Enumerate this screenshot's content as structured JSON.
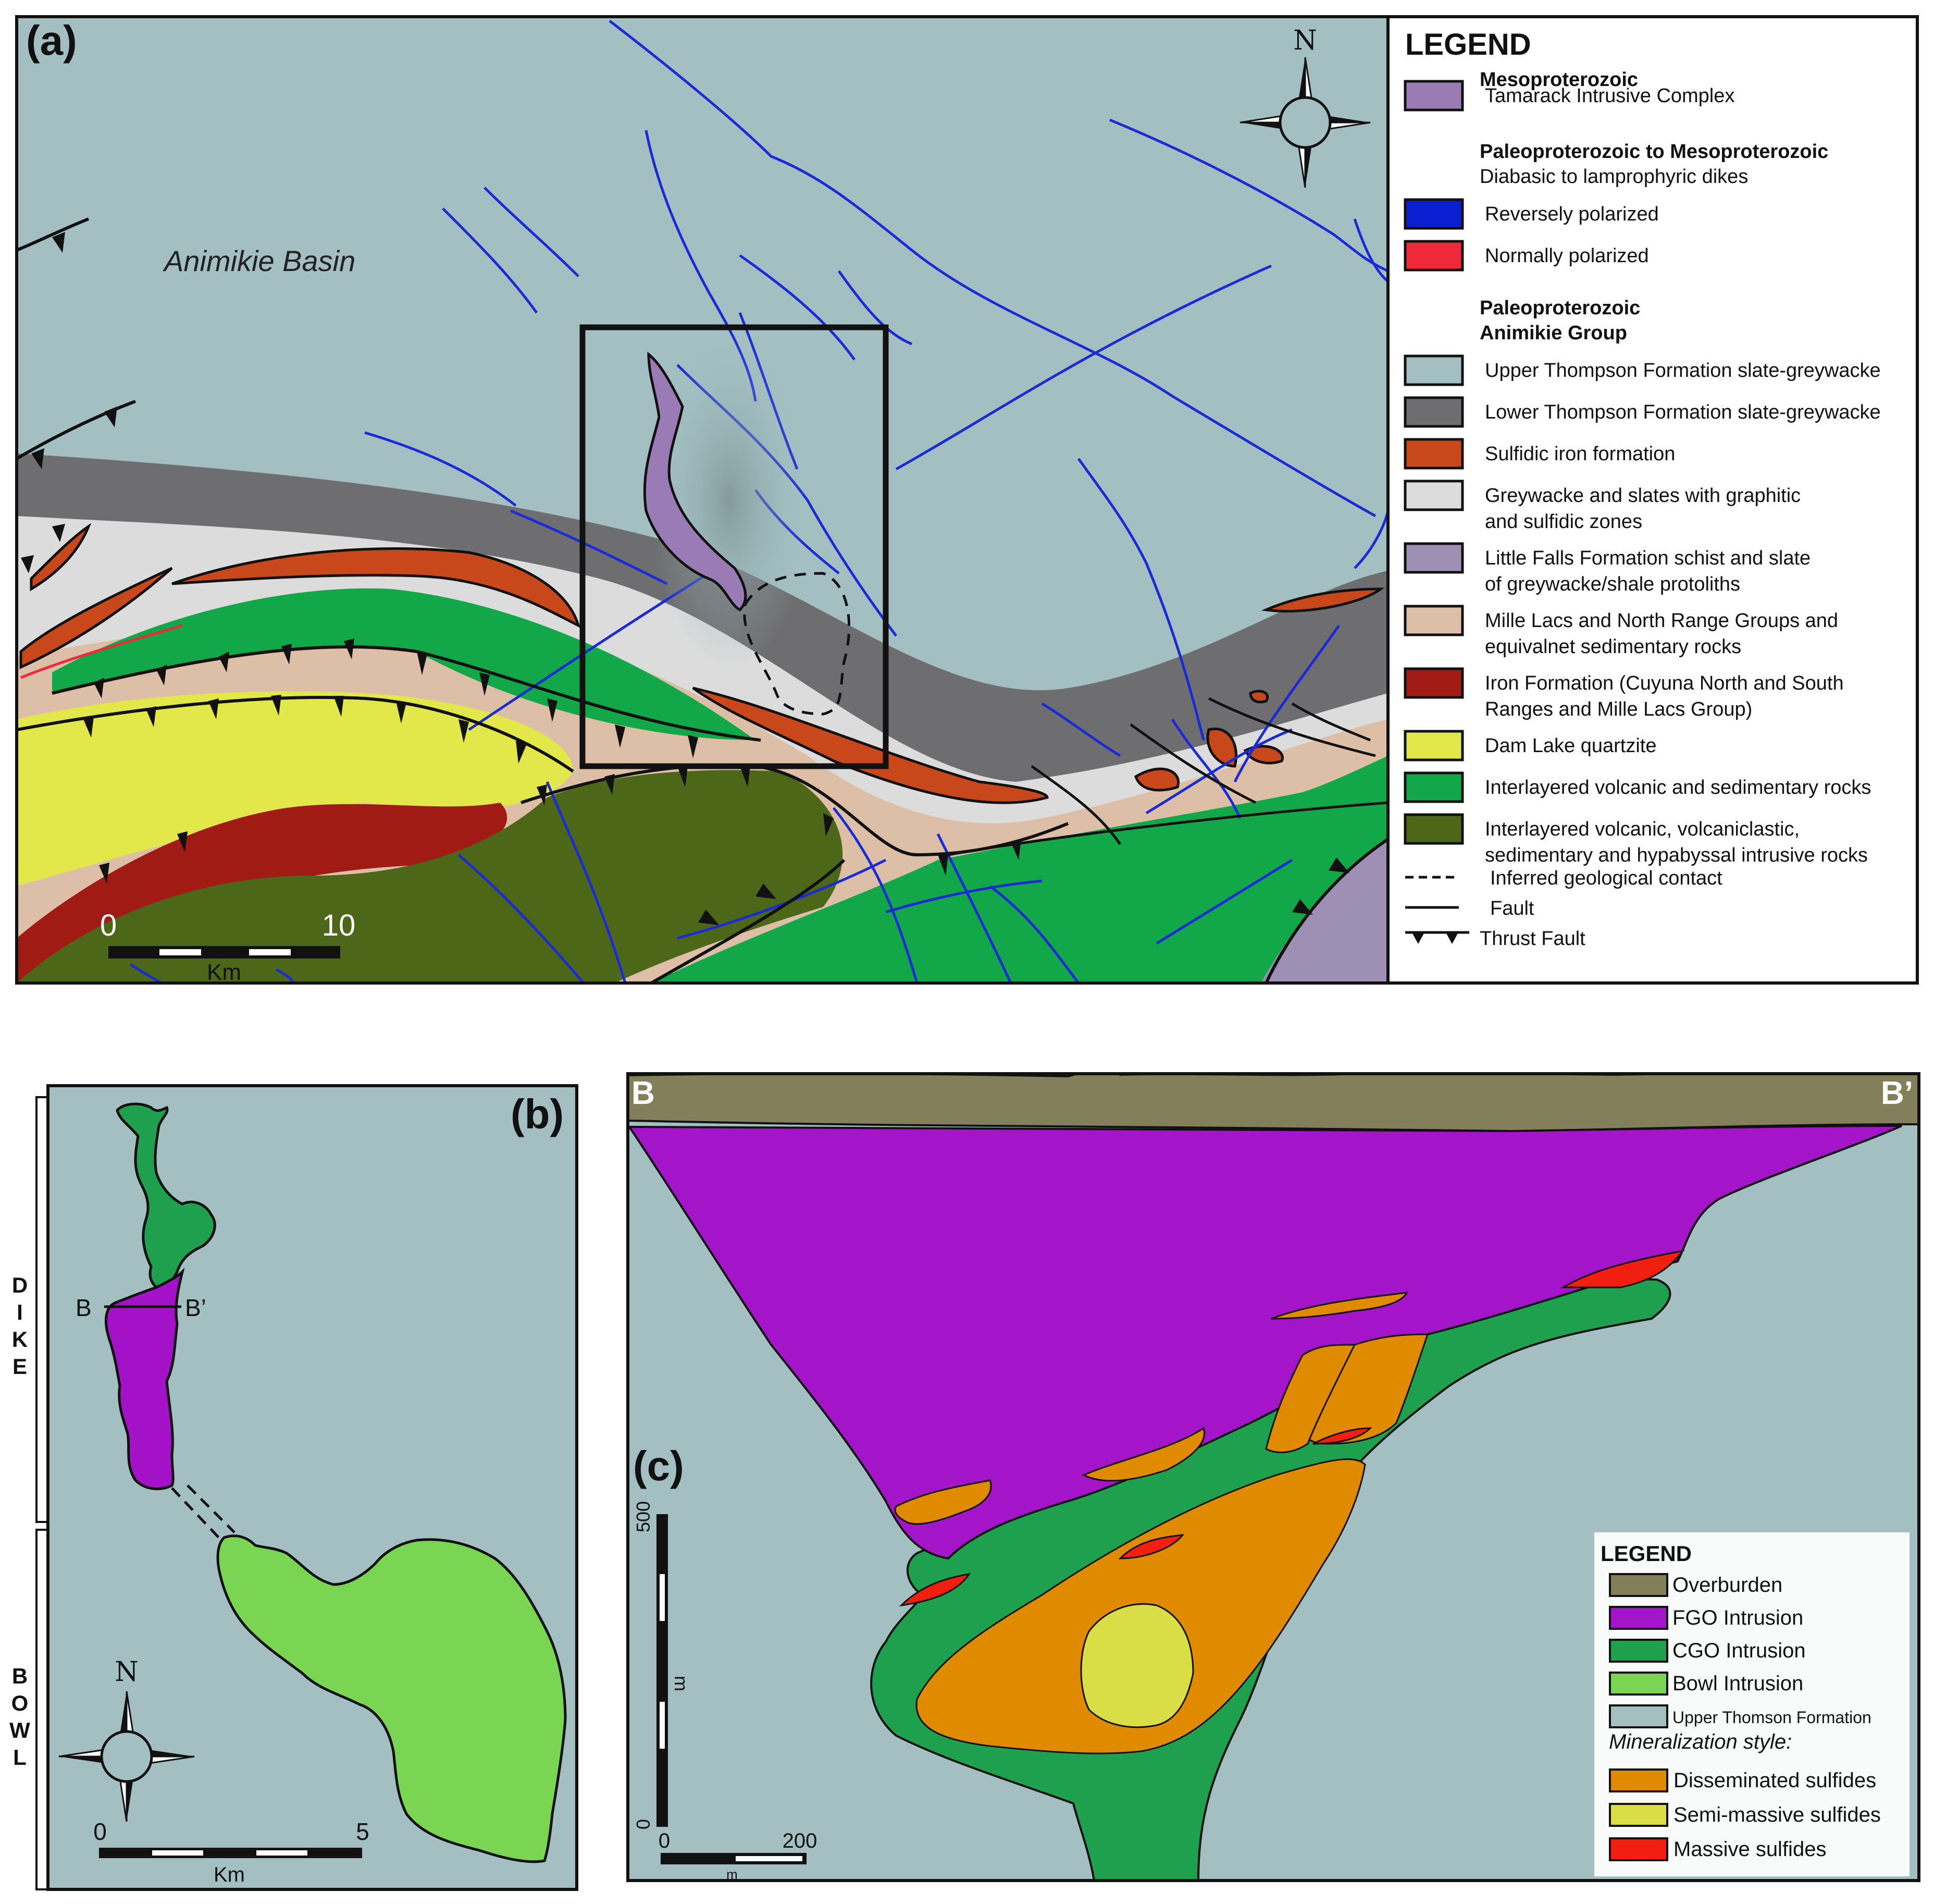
{
  "panel_a": {
    "label": "(a)",
    "basin_label": "Animikie Basin",
    "north": "N",
    "scale": {
      "min": "0",
      "max": "10",
      "unit": "Km"
    },
    "legend": {
      "title": "LEGEND",
      "groups": [
        {
          "heading": "Mesoproterozoic",
          "sub": "",
          "items": [
            {
              "line1": "Tamarack Intrusive Complex",
              "line2": "",
              "color": "#9b7bb5"
            }
          ]
        },
        {
          "heading": "Paleoproterozoic to Mesoproterozoic",
          "sub": "Diabasic to lamprophyric dikes",
          "items": [
            {
              "line1": "Reversely polarized",
              "line2": "",
              "color": "#0a1fcf"
            },
            {
              "line1": "Normally polarized",
              "line2": "",
              "color": "#ee2a3a"
            }
          ]
        },
        {
          "heading": "Paleoproterozoic",
          "sub": "Animikie Group",
          "items": [
            {
              "line1": "Upper Thompson Formation slate-greywacke",
              "line2": "",
              "color": "#a3bfc2"
            },
            {
              "line1": "Lower Thompson Formation slate-greywacke",
              "line2": "",
              "color": "#6e6d6f"
            },
            {
              "line1": "Sulfidic iron formation",
              "line2": "",
              "color": "#c8471b"
            },
            {
              "line1": "Greywacke and slates with graphitic",
              "line2": "and sulfidic zones",
              "color": "#dcdcdc"
            },
            {
              "line1": "Little Falls Formation schist and slate",
              "line2": "of greywacke/shale protoliths",
              "color": "#9e8fb4"
            },
            {
              "line1": "Mille Lacs and North Range Groups and",
              "line2": "equivalnet sedimentary rocks",
              "color": "#dcbfa6"
            },
            {
              "line1": "Iron Formation (Cuyuna North and South",
              "line2": "Ranges and Mille Lacs Group)",
              "color": "#a01b14"
            },
            {
              "line1": "Dam Lake quartzite",
              "line2": "",
              "color": "#e3e84a"
            },
            {
              "line1": "Interlayered volcanic and sedimentary rocks",
              "line2": "",
              "color": "#12a84a"
            },
            {
              "line1": "Interlayered volcanic, volcaniclastic,",
              "line2": "sedimentary and hypabyssal intrusive rocks",
              "color": "#4d6718"
            }
          ]
        }
      ],
      "symbols": [
        {
          "label": "Inferred geological contact",
          "kind": "dashed"
        },
        {
          "label": "Fault",
          "kind": "solid"
        },
        {
          "label": "Thrust Fault",
          "kind": "thrust"
        }
      ]
    }
  },
  "panel_b": {
    "label": "(b)",
    "dike_label": "DIKE",
    "bowl_label": "BOWL",
    "section_start": "B",
    "section_end": "B’",
    "north": "N",
    "scale": {
      "min": "0",
      "max": "5",
      "unit": "Km"
    },
    "colors": {
      "cgo": "#1fa04e",
      "fgo": "#a312c6",
      "bowl": "#7ad652",
      "host": "#a3bfc2"
    }
  },
  "panel_c": {
    "label": "(c)",
    "section_start": "B",
    "section_end": "B’",
    "vertical_scale": {
      "min": "0",
      "max": "500",
      "unit": "m"
    },
    "horizontal_scale": {
      "min": "0",
      "max": "200",
      "unit": "m"
    },
    "legend": {
      "title": "LEGEND",
      "items": [
        {
          "label": "Overburden",
          "color": "#837f5b"
        },
        {
          "label": "FGO Intrusion",
          "color": "#a414c8"
        },
        {
          "label": "CGO Intrusion",
          "color": "#1fa04e"
        },
        {
          "label": "Bowl Intrusion",
          "color": "#7ad652"
        },
        {
          "label": "Upper Thomson Formation",
          "color": "#a3bfc2"
        }
      ],
      "subtitle": "Mineralization style:",
      "mineral_items": [
        {
          "label": "Disseminated sulfides",
          "color": "#e08a00"
        },
        {
          "label": "Semi-massive sulfides",
          "color": "#d9de46"
        },
        {
          "label": "Massive sulfides",
          "color": "#f01f10"
        }
      ]
    }
  }
}
